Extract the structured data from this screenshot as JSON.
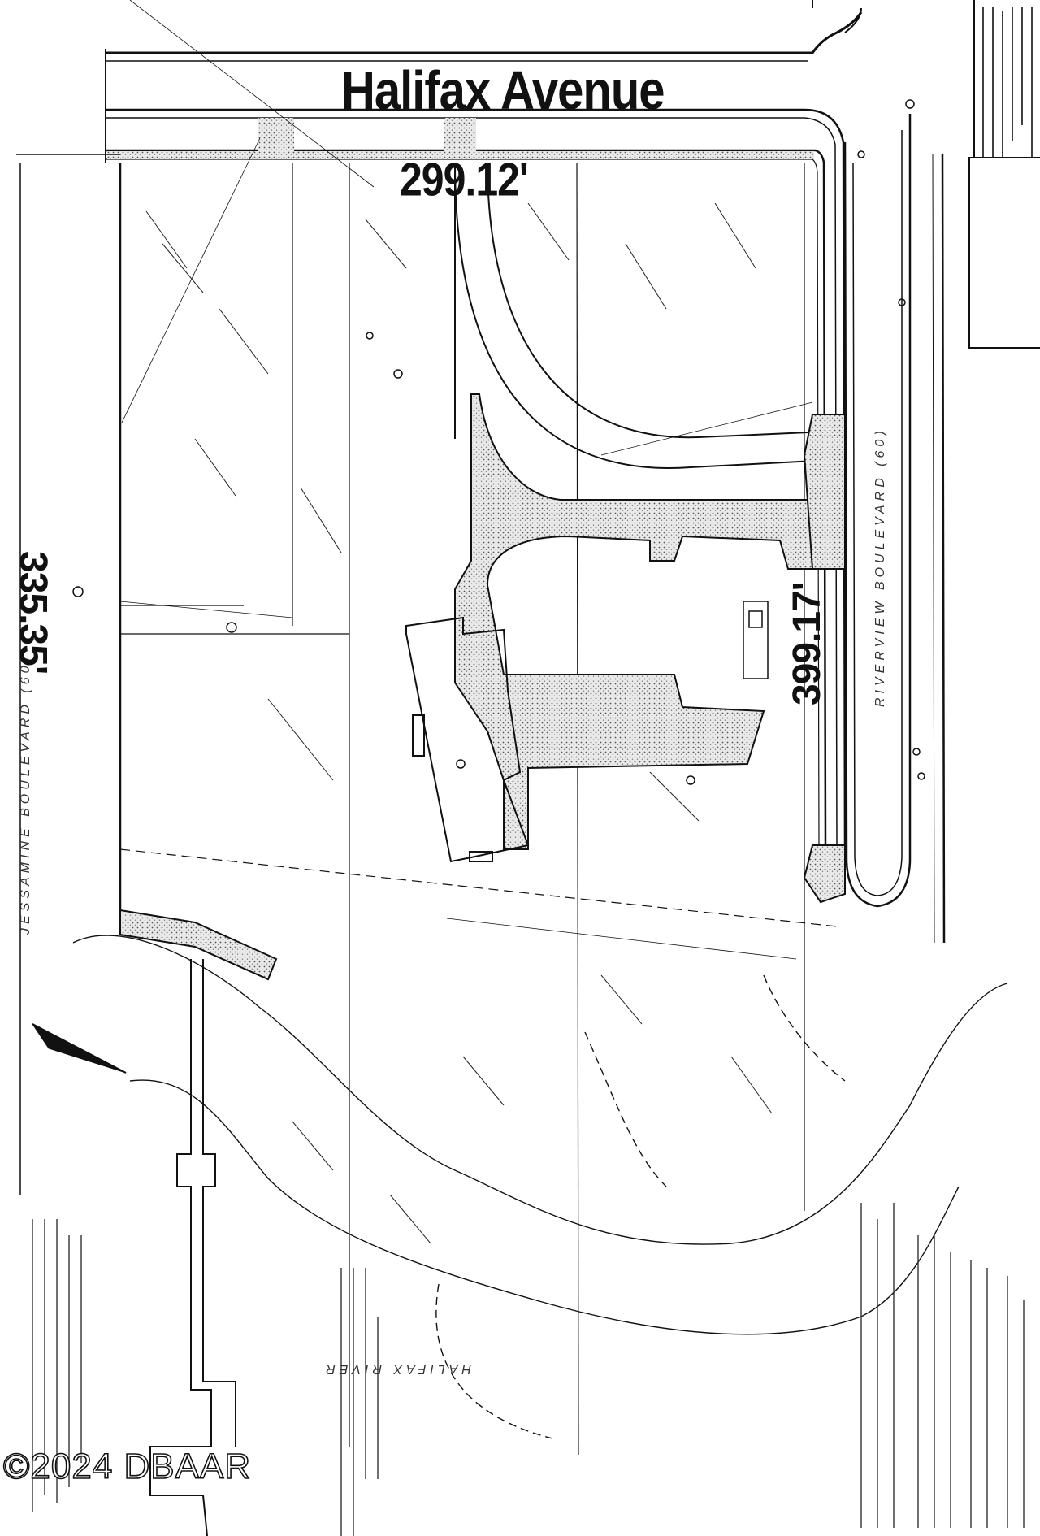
{
  "plat": {
    "street_title": "Halifax Avenue",
    "dim_top": "299.12'",
    "dim_left": "335.35'",
    "dim_right": "399.17'",
    "watermark": "©2024 DBAAR",
    "road_labels": {
      "jessamine": "JESSAMINE BOULEVARD (60)",
      "riverview": "RIVERVIEW BOULEVARD (60)",
      "halifax_river": "HALIFAX RIVER"
    }
  },
  "colors": {
    "line": "#111111",
    "stipple": "#b9b9b9",
    "paper": "#ffffff"
  }
}
